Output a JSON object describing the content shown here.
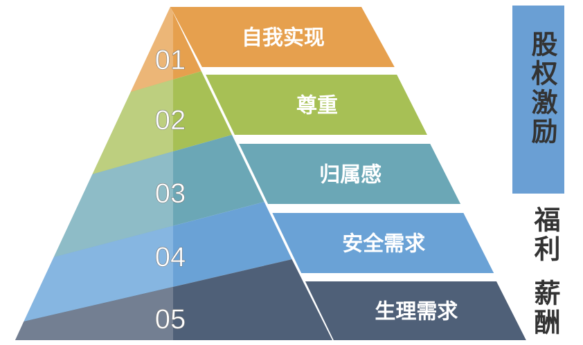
{
  "tiers": [
    {
      "num": "01",
      "label": "自我实现",
      "color": "#e6a04e",
      "light": "#ecb677"
    },
    {
      "num": "02",
      "label": "尊重",
      "color": "#a7c055",
      "light": "#bdcf7f"
    },
    {
      "num": "03",
      "label": "归属感",
      "color": "#6ba7b6",
      "light": "#8ebcc7"
    },
    {
      "num": "04",
      "label": "安全需求",
      "color": "#6aa2d6",
      "light": "#86b6e1"
    },
    {
      "num": "05",
      "label": "生理需求",
      "color": "#4f6078",
      "light": "#737f92"
    }
  ],
  "side": {
    "box_label": "股权激励",
    "box_color": "#6a9fd4",
    "label_2": "福利",
    "label_3": "薪酬"
  }
}
